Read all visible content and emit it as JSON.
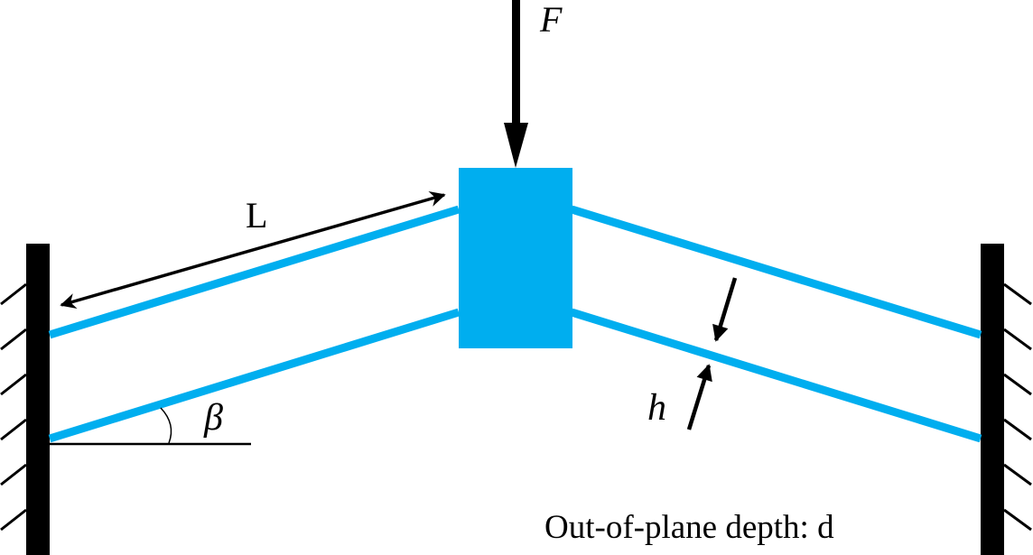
{
  "labels": {
    "force": "F",
    "length": "L",
    "angle": "β",
    "thickness": "h",
    "depth_note": "Out-of-plane depth: d"
  },
  "colors": {
    "beam": "#00AEEF",
    "wall": "#000000"
  }
}
